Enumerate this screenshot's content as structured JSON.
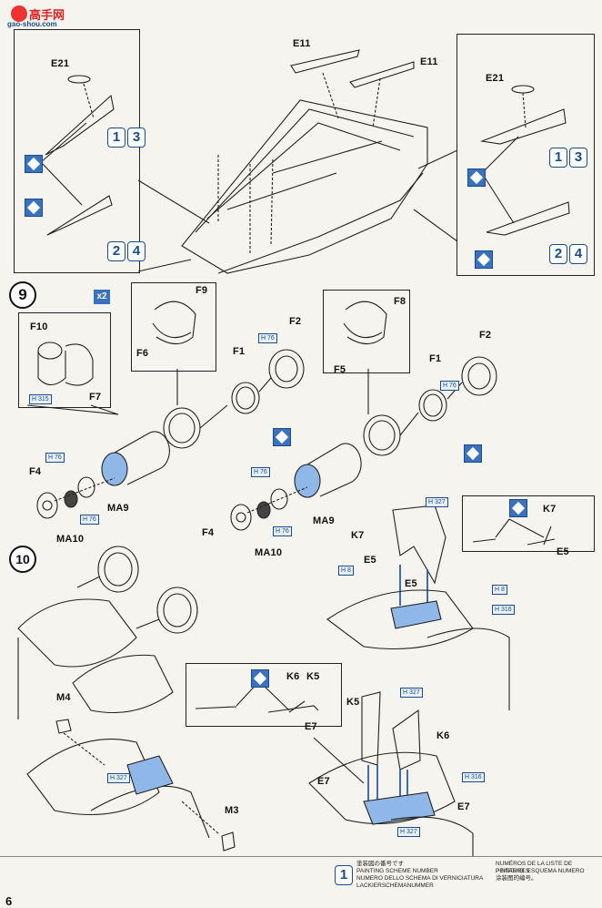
{
  "watermark": {
    "site_cn": "高手网",
    "site_url": "gao-shou.com"
  },
  "page_number": "6",
  "steps": {
    "step9": "9",
    "step10": "10"
  },
  "multiplier": "x2",
  "part_labels": {
    "e21_left": "E21",
    "e21_right": "E21",
    "e11_a": "E11",
    "e11_b": "E11",
    "f9": "F9",
    "f6": "F6",
    "f8": "F8",
    "f5": "F5",
    "f10": "F10",
    "f7": "F7",
    "f1_a": "F1",
    "f2_a": "F2",
    "f1_b": "F1",
    "f2_b": "F2",
    "f4_a": "F4",
    "ma9_a": "MA9",
    "ma10_a": "MA10",
    "f4_b": "F4",
    "ma9_b": "MA9",
    "ma10_b": "MA10",
    "k7_a": "K7",
    "e5_a": "E5",
    "e5_b": "E5",
    "k7_b": "K7",
    "e5_c": "E5",
    "k6_a": "K6",
    "k5_a": "K5",
    "e7_a": "E7",
    "k5_b": "K5",
    "k6_b": "K6",
    "e7_b": "E7",
    "e7_c": "E7",
    "m4": "M4",
    "m3": "M3"
  },
  "color_refs": {
    "h76_a": "H 76",
    "h315_a": "H 315",
    "h76_b": "H 76",
    "h76_c": "H 76",
    "h76_d": "H 76",
    "h76_e": "H 76",
    "h76_f": "H 76",
    "h327_a": "H 327",
    "h8_a": "H 8",
    "h8_b": "H 8",
    "h316_a": "H 316",
    "h327_b": "H 327",
    "h316_b": "H 316",
    "h327_c": "H 327",
    "h327_d": "H 327"
  },
  "scheme_badges": {
    "b1a": "1",
    "b3a": "3",
    "b2a": "2",
    "b4a": "4",
    "b1b": "1",
    "b3b": "3",
    "b2b": "2",
    "b4b": "4"
  },
  "footer": {
    "badge": "1",
    "jp": "塗装図の番号です",
    "en": "PAINTING SCHEME NUMBER",
    "it": "NUMERO DELLO SCHEMA DI VERNICIATURA",
    "de": "LACKIERSCHEMANUMMER",
    "fr": "NUMÉROS DE LA LISTE DE PEINTURES",
    "es": "PINTAR EL ESQUEMA NUMERO",
    "cn": "涂装图的编号。"
  },
  "colors": {
    "accent": "#3a72c0",
    "line": "#222222",
    "paper": "#f6f4ef"
  }
}
